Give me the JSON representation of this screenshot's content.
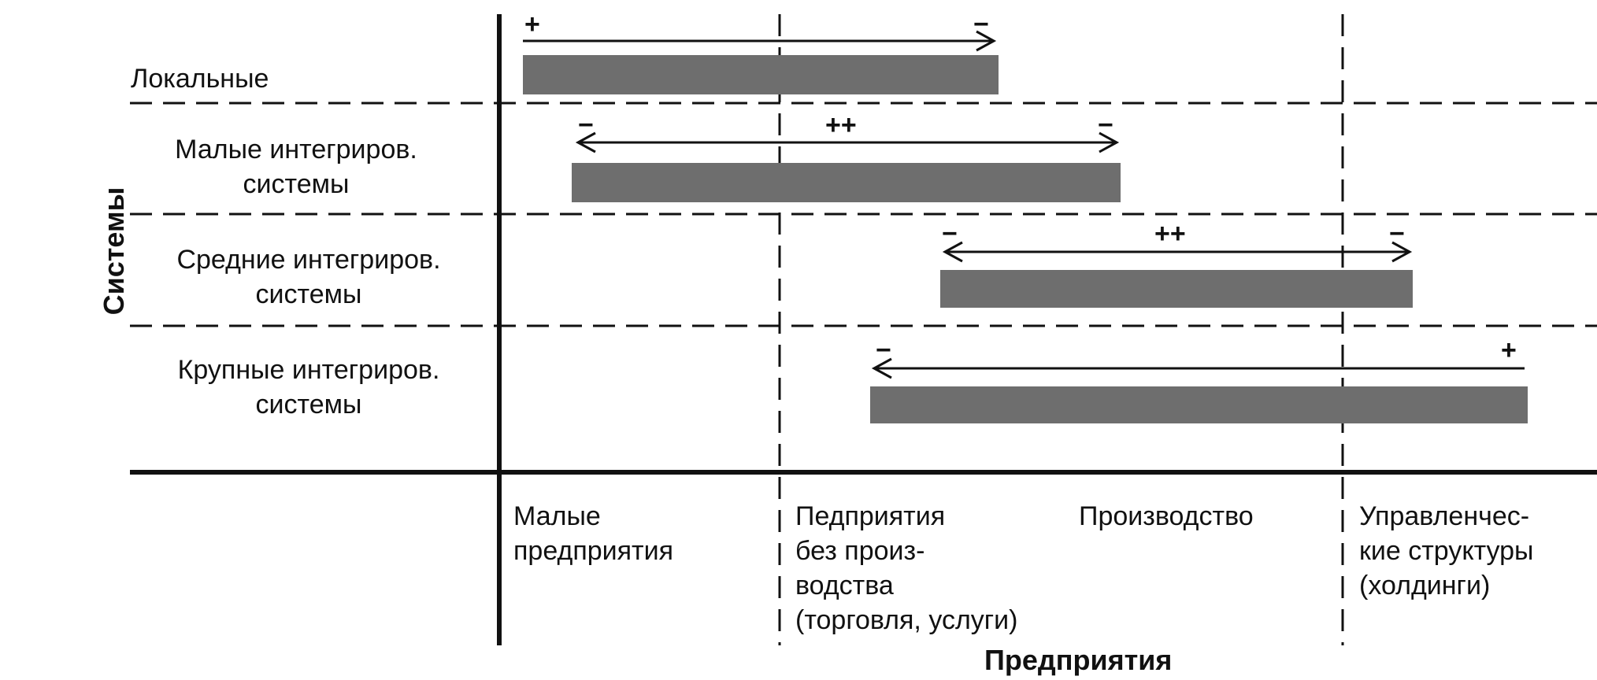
{
  "axis": {
    "y_title": "Системы",
    "x_title": "Предприятия"
  },
  "rows": [
    {
      "line1": "Локальные",
      "line2": ""
    },
    {
      "line1": "Малые интегриров.",
      "line2": "системы"
    },
    {
      "line1": "Средние интегриров.",
      "line2": "системы"
    },
    {
      "line1": "Крупные интегриров.",
      "line2": "системы"
    }
  ],
  "columns": [
    {
      "lines": [
        "Малые",
        "предприятия"
      ]
    },
    {
      "lines": [
        "Педприятия",
        "без произ-",
        "водства",
        "(торговля, услуги)"
      ]
    },
    {
      "lines": [
        "Производство"
      ]
    },
    {
      "lines": [
        "Управленчес-",
        "кие структуры",
        "(холдинги)"
      ]
    }
  ],
  "arrows": [
    {
      "left_sign": "+",
      "middle_sign": "",
      "right_sign": "−",
      "direction": "right"
    },
    {
      "left_sign": "−",
      "middle_sign": "++",
      "right_sign": "−",
      "direction": "both"
    },
    {
      "left_sign": "−",
      "middle_sign": "++",
      "right_sign": "−",
      "direction": "both"
    },
    {
      "left_sign": "−",
      "middle_sign": "",
      "right_sign": "+",
      "direction": "left"
    }
  ],
  "colors": {
    "bar": "#6e6e6e",
    "line": "#111111"
  }
}
